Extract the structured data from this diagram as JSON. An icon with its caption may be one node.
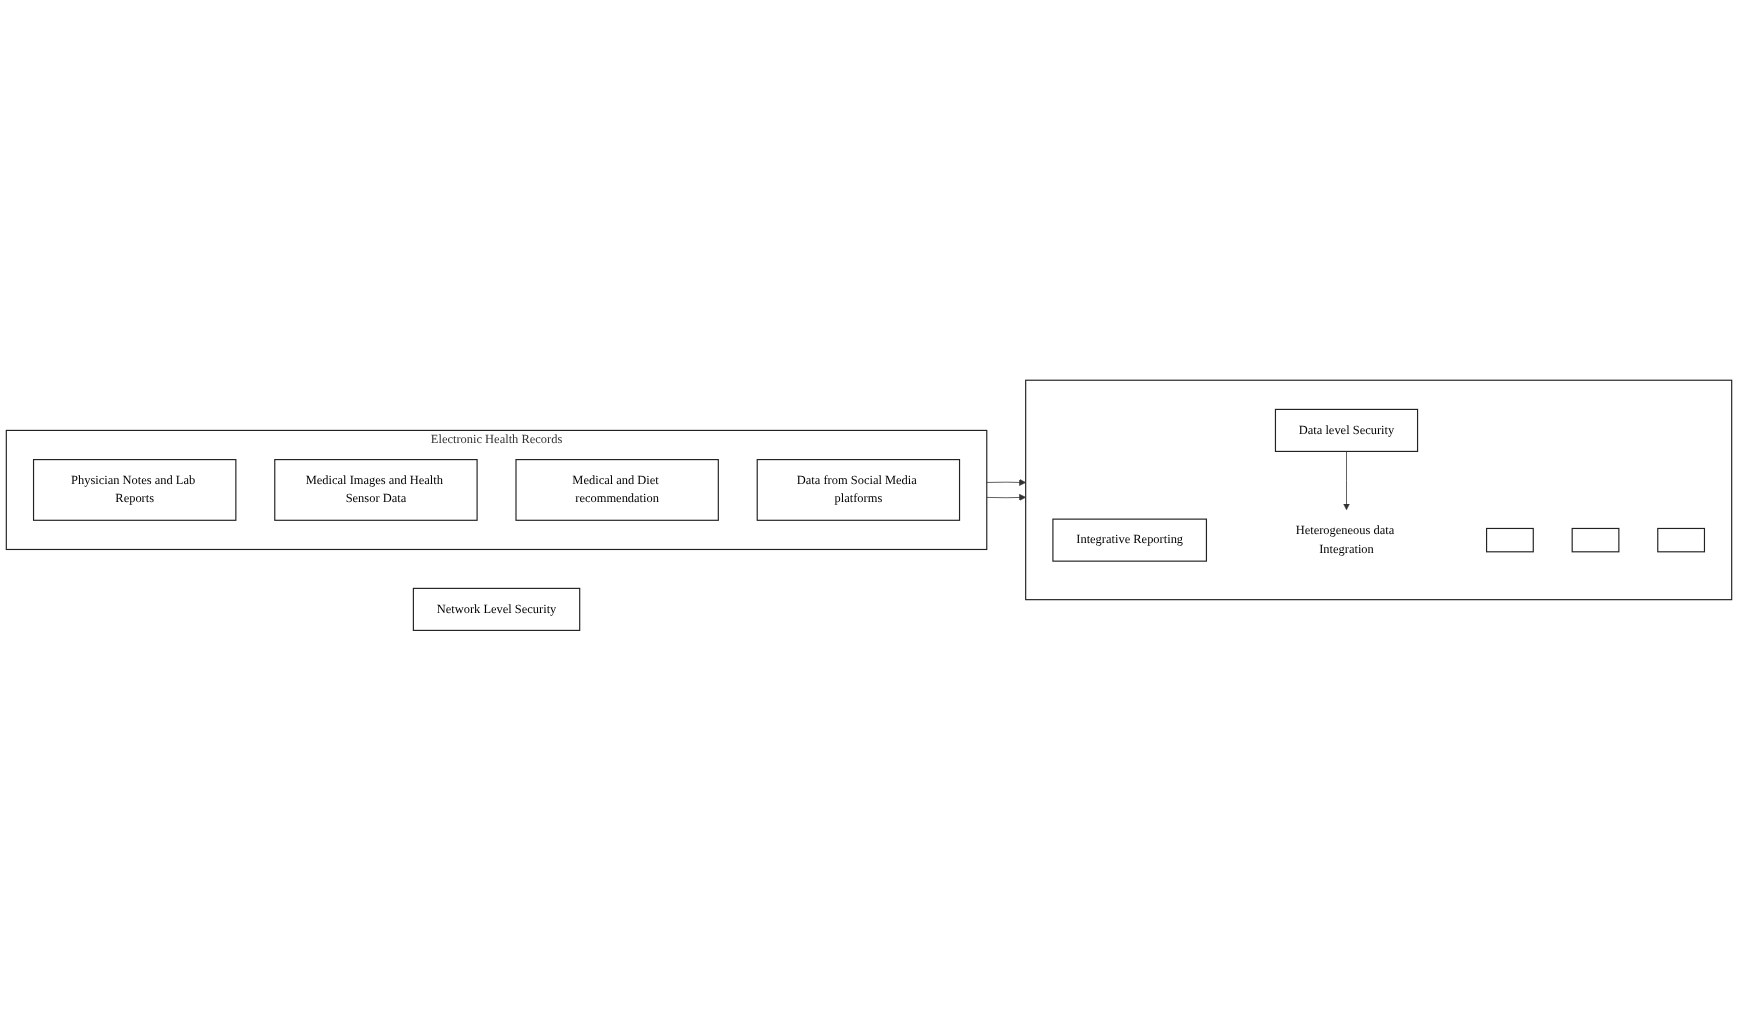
{
  "diagram": {
    "nodes": [
      {
        "text": [
          "Electronic Health Records"
        ]
      },
      {
        "text": [
          "Physician Notes and Lab Reports"
        ],
        "in": 0
      },
      {
        "text": [
          "Medical Images and Health Sensor Data"
        ],
        "in": 0
      },
      {
        "text": [
          "Medical and Diet recommendation"
        ],
        "in": 0
      },
      {
        "text": [
          "Data from Social Media platforms"
        ],
        "in": 0
      },
      {
        "text": [
          "Network Level Security"
        ]
      },
      {
        "text": [],
        "shape": "box"
      },
      {
        "text": [
          "Integrative Reporting"
        ],
        "in": 6
      },
      {
        "text": [],
        "shape": "box",
        "in": 6
      },
      {
        "text": [
          "Heterogeneous data Integration"
        ],
        "in": 6
      },
      {
        "text": [
          "Data level Security"
        ],
        "in": 6
      },
      {
        "text": [],
        "shape": "box",
        "in": 6
      },
      {
        "text": [],
        "shape": "box",
        "in": 6
      }
    ],
    "edges": [
      {
        "from": 0,
        "to": 6,
        "arrow": "to"
      },
      {
        "from": 0,
        "to": 6,
        "arrow": "to"
      },
      {
        "from": 10,
        "to": 9,
        "arrow": "to"
      }
    ]
  }
}
